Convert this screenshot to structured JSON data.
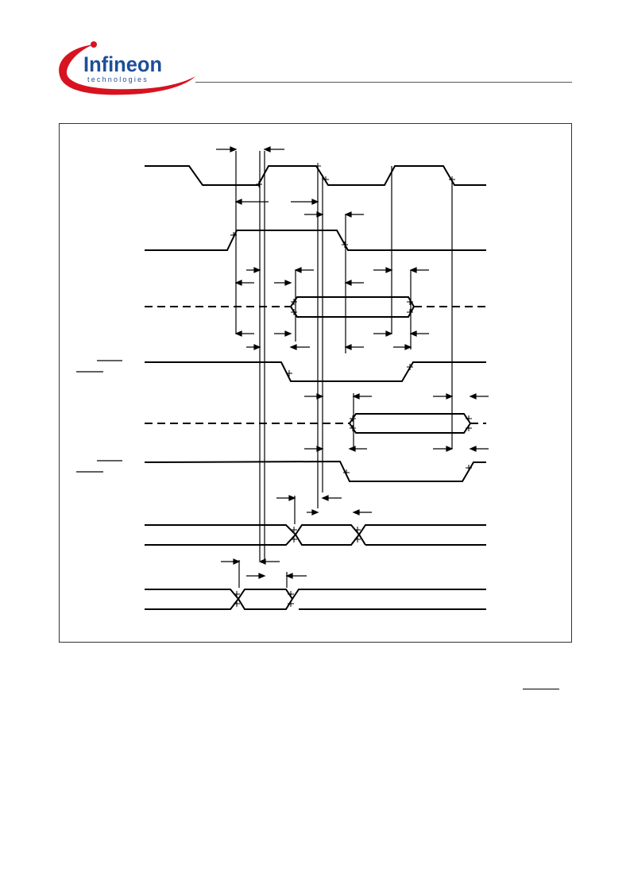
{
  "brand": {
    "name": "Infineon",
    "tagline": "technologies",
    "colors": {
      "swoosh": "#d7131f",
      "dot": "#d7131f",
      "wordmark": "#1d4f9a"
    }
  },
  "diagram": {
    "type": "timing-diagram",
    "signal_count": 8,
    "colors": {
      "trace": "#000000",
      "frame": "#333333"
    }
  }
}
